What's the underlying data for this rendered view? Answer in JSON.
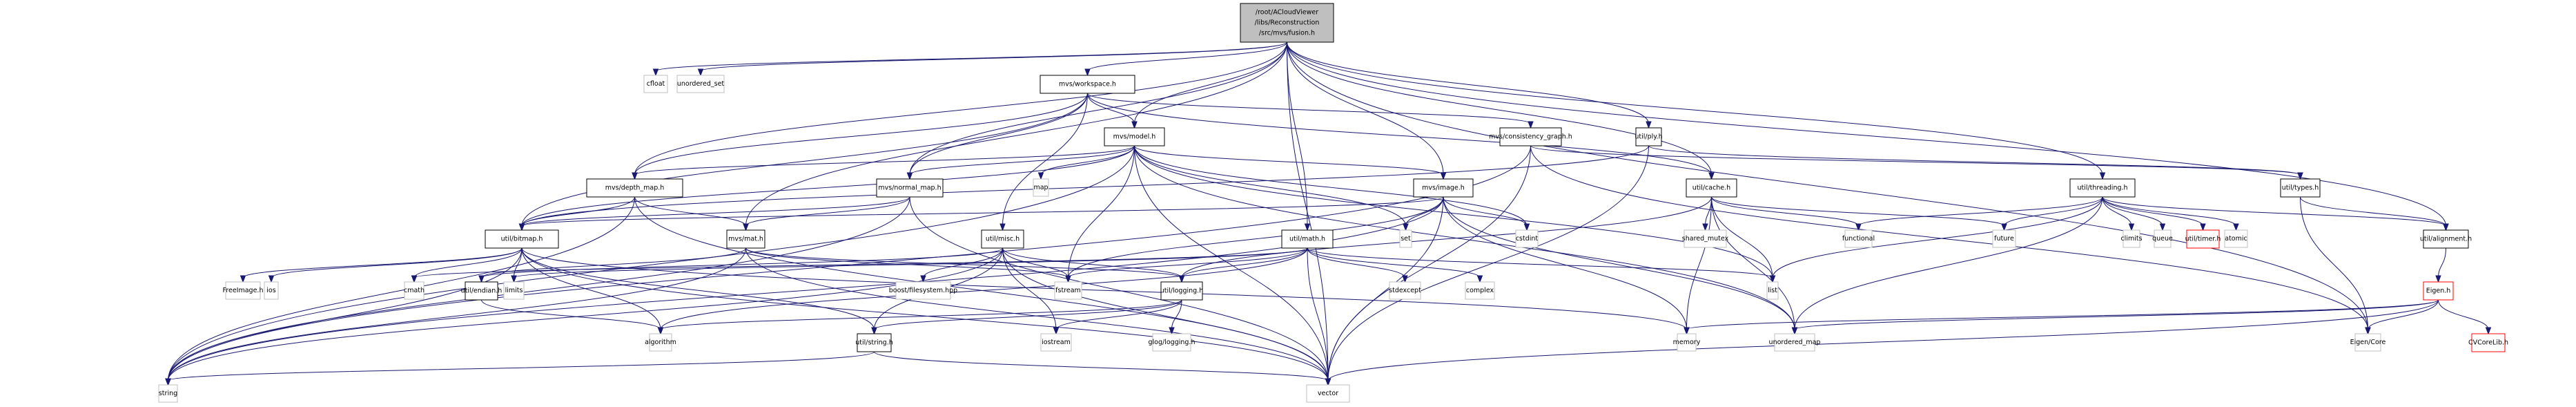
{
  "diagram": {
    "title": "Include dependency graph for fusion.h",
    "edge_color": "#191970",
    "colors": {
      "root_fill": "#bfbfbf",
      "documented_border": "#000000",
      "external_border": "#bfbfbf",
      "undocumented_border": "#ff0000"
    },
    "nodes": [
      {
        "id": "root",
        "label": [
          "/root/ACloudViewer",
          "/libs/Reconstruction",
          "/src/mvs/fusion.h"
        ],
        "kind": "root"
      },
      {
        "id": "cfloat",
        "label": [
          "cfloat"
        ],
        "kind": "external"
      },
      {
        "id": "unordered_set",
        "label": [
          "unordered_set"
        ],
        "kind": "external"
      },
      {
        "id": "workspace",
        "label": [
          "mvs/workspace.h"
        ],
        "kind": "documented"
      },
      {
        "id": "model",
        "label": [
          "mvs/model.h"
        ],
        "kind": "documented"
      },
      {
        "id": "consistency",
        "label": [
          "mvs/consistency_graph.h"
        ],
        "kind": "documented"
      },
      {
        "id": "ply",
        "label": [
          "util/ply.h"
        ],
        "kind": "documented"
      },
      {
        "id": "depth_map",
        "label": [
          "mvs/depth_map.h"
        ],
        "kind": "documented"
      },
      {
        "id": "normal_map",
        "label": [
          "mvs/normal_map.h"
        ],
        "kind": "documented"
      },
      {
        "id": "map",
        "label": [
          "map"
        ],
        "kind": "external"
      },
      {
        "id": "image",
        "label": [
          "mvs/image.h"
        ],
        "kind": "documented"
      },
      {
        "id": "cache",
        "label": [
          "util/cache.h"
        ],
        "kind": "documented"
      },
      {
        "id": "threading",
        "label": [
          "util/threading.h"
        ],
        "kind": "documented"
      },
      {
        "id": "types",
        "label": [
          "util/types.h"
        ],
        "kind": "documented"
      },
      {
        "id": "bitmap",
        "label": [
          "util/bitmap.h"
        ],
        "kind": "documented"
      },
      {
        "id": "mat",
        "label": [
          "mvs/mat.h"
        ],
        "kind": "documented"
      },
      {
        "id": "misc",
        "label": [
          "util/misc.h"
        ],
        "kind": "documented"
      },
      {
        "id": "math",
        "label": [
          "util/math.h"
        ],
        "kind": "documented"
      },
      {
        "id": "set",
        "label": [
          "set"
        ],
        "kind": "external"
      },
      {
        "id": "cstdint",
        "label": [
          "cstdint"
        ],
        "kind": "external"
      },
      {
        "id": "shared_mutex",
        "label": [
          "shared_mutex"
        ],
        "kind": "external"
      },
      {
        "id": "functional",
        "label": [
          "functional"
        ],
        "kind": "external"
      },
      {
        "id": "future",
        "label": [
          "future"
        ],
        "kind": "external"
      },
      {
        "id": "climits",
        "label": [
          "climits"
        ],
        "kind": "external"
      },
      {
        "id": "queue",
        "label": [
          "queue"
        ],
        "kind": "external"
      },
      {
        "id": "timer",
        "label": [
          "util/timer.h"
        ],
        "kind": "undocumented"
      },
      {
        "id": "atomic",
        "label": [
          "atomic"
        ],
        "kind": "external"
      },
      {
        "id": "alignment",
        "label": [
          "util/alignment.h"
        ],
        "kind": "documented"
      },
      {
        "id": "freeimage",
        "label": [
          "FreeImage.h"
        ],
        "kind": "external"
      },
      {
        "id": "ios",
        "label": [
          "ios"
        ],
        "kind": "external"
      },
      {
        "id": "cmath",
        "label": [
          "cmath"
        ],
        "kind": "external"
      },
      {
        "id": "endian",
        "label": [
          "util/endian.h"
        ],
        "kind": "documented"
      },
      {
        "id": "limits",
        "label": [
          "limits"
        ],
        "kind": "external"
      },
      {
        "id": "boostfs",
        "label": [
          "boost/filesystem.hpp"
        ],
        "kind": "external"
      },
      {
        "id": "fstream",
        "label": [
          "fstream"
        ],
        "kind": "external"
      },
      {
        "id": "logging",
        "label": [
          "util/logging.h"
        ],
        "kind": "documented"
      },
      {
        "id": "stdexcept",
        "label": [
          "stdexcept"
        ],
        "kind": "external"
      },
      {
        "id": "complex",
        "label": [
          "complex"
        ],
        "kind": "external"
      },
      {
        "id": "list",
        "label": [
          "list"
        ],
        "kind": "external"
      },
      {
        "id": "eigen",
        "label": [
          "Eigen.h"
        ],
        "kind": "undocumented"
      },
      {
        "id": "algorithm",
        "label": [
          "algorithm"
        ],
        "kind": "external"
      },
      {
        "id": "ustring",
        "label": [
          "util/string.h"
        ],
        "kind": "documented"
      },
      {
        "id": "iostream",
        "label": [
          "iostream"
        ],
        "kind": "external"
      },
      {
        "id": "glog",
        "label": [
          "glog/logging.h"
        ],
        "kind": "external"
      },
      {
        "id": "memory",
        "label": [
          "memory"
        ],
        "kind": "external"
      },
      {
        "id": "unordered_map",
        "label": [
          "unordered_map"
        ],
        "kind": "external"
      },
      {
        "id": "eigencore",
        "label": [
          "Eigen/Core"
        ],
        "kind": "external"
      },
      {
        "id": "cvcorelib",
        "label": [
          "CVCoreLib.h"
        ],
        "kind": "undocumented"
      },
      {
        "id": "string",
        "label": [
          "string"
        ],
        "kind": "external"
      },
      {
        "id": "vector",
        "label": [
          "vector"
        ],
        "kind": "external"
      }
    ],
    "edges": [
      [
        "root",
        "cfloat"
      ],
      [
        "root",
        "unordered_set"
      ],
      [
        "root",
        "workspace"
      ],
      [
        "root",
        "model"
      ],
      [
        "root",
        "depth_map"
      ],
      [
        "root",
        "normal_map"
      ],
      [
        "root",
        "image"
      ],
      [
        "root",
        "mat"
      ],
      [
        "root",
        "math"
      ],
      [
        "root",
        "cache"
      ],
      [
        "root",
        "ply"
      ],
      [
        "root",
        "threading"
      ],
      [
        "root",
        "alignment"
      ],
      [
        "root",
        "eigencore"
      ],
      [
        "root",
        "vector"
      ],
      [
        "workspace",
        "model"
      ],
      [
        "workspace",
        "consistency"
      ],
      [
        "workspace",
        "depth_map"
      ],
      [
        "workspace",
        "normal_map"
      ],
      [
        "workspace",
        "bitmap"
      ],
      [
        "workspace",
        "misc"
      ],
      [
        "workspace",
        "cache"
      ],
      [
        "model",
        "depth_map"
      ],
      [
        "model",
        "normal_map"
      ],
      [
        "model",
        "map"
      ],
      [
        "model",
        "image"
      ],
      [
        "model",
        "set"
      ],
      [
        "model",
        "cstdint"
      ],
      [
        "model",
        "fstream"
      ],
      [
        "model",
        "string"
      ],
      [
        "model",
        "vector"
      ],
      [
        "model",
        "unordered_map"
      ],
      [
        "model",
        "list"
      ],
      [
        "model",
        "bitmap"
      ],
      [
        "consistency",
        "types"
      ],
      [
        "consistency",
        "vector"
      ],
      [
        "consistency",
        "string"
      ],
      [
        "consistency",
        "eigencore"
      ],
      [
        "ply",
        "types"
      ],
      [
        "ply",
        "vector"
      ],
      [
        "ply",
        "bitmap"
      ],
      [
        "depth_map",
        "bitmap"
      ],
      [
        "depth_map",
        "mat"
      ],
      [
        "depth_map",
        "string"
      ],
      [
        "depth_map",
        "vector"
      ],
      [
        "normal_map",
        "bitmap"
      ],
      [
        "normal_map",
        "mat"
      ],
      [
        "normal_map",
        "string"
      ],
      [
        "normal_map",
        "vector"
      ],
      [
        "image",
        "set"
      ],
      [
        "image",
        "cstdint"
      ],
      [
        "image",
        "bitmap"
      ],
      [
        "image",
        "string"
      ],
      [
        "image",
        "vector"
      ],
      [
        "image",
        "unordered_map"
      ],
      [
        "image",
        "fstream"
      ],
      [
        "image",
        "memory"
      ],
      [
        "cache",
        "shared_mutex"
      ],
      [
        "cache",
        "functional"
      ],
      [
        "cache",
        "future"
      ],
      [
        "cache",
        "list"
      ],
      [
        "cache",
        "memory"
      ],
      [
        "cache",
        "unordered_map"
      ],
      [
        "cache",
        "logging"
      ],
      [
        "threading",
        "functional"
      ],
      [
        "threading",
        "future"
      ],
      [
        "threading",
        "climits"
      ],
      [
        "threading",
        "queue"
      ],
      [
        "threading",
        "timer"
      ],
      [
        "threading",
        "atomic"
      ],
      [
        "threading",
        "alignment"
      ],
      [
        "threading",
        "list"
      ],
      [
        "threading",
        "unordered_map"
      ],
      [
        "types",
        "alignment"
      ],
      [
        "types",
        "eigencore"
      ],
      [
        "alignment",
        "eigen"
      ],
      [
        "bitmap",
        "freeimage"
      ],
      [
        "bitmap",
        "ios"
      ],
      [
        "bitmap",
        "cmath"
      ],
      [
        "bitmap",
        "limits"
      ],
      [
        "bitmap",
        "algorithm"
      ],
      [
        "bitmap",
        "ustring"
      ],
      [
        "bitmap",
        "memory"
      ],
      [
        "bitmap",
        "string"
      ],
      [
        "bitmap",
        "vector"
      ],
      [
        "mat",
        "endian"
      ],
      [
        "mat",
        "fstream"
      ],
      [
        "mat",
        "logging"
      ],
      [
        "mat",
        "string"
      ],
      [
        "mat",
        "vector"
      ],
      [
        "misc",
        "boostfs"
      ],
      [
        "misc",
        "fstream"
      ],
      [
        "misc",
        "logging"
      ],
      [
        "misc",
        "ustring"
      ],
      [
        "misc",
        "iostream"
      ],
      [
        "misc",
        "string"
      ],
      [
        "misc",
        "vector"
      ],
      [
        "misc",
        "endian"
      ],
      [
        "math",
        "cmath"
      ],
      [
        "math",
        "limits"
      ],
      [
        "math",
        "stdexcept"
      ],
      [
        "math",
        "complex"
      ],
      [
        "math",
        "list"
      ],
      [
        "math",
        "logging"
      ],
      [
        "math",
        "algorithm"
      ],
      [
        "math",
        "vector"
      ],
      [
        "math",
        "fstream"
      ],
      [
        "endian",
        "algorithm"
      ],
      [
        "logging",
        "iostream"
      ],
      [
        "logging",
        "glog"
      ],
      [
        "logging",
        "ustring"
      ],
      [
        "logging",
        "algorithm"
      ],
      [
        "ustring",
        "string"
      ],
      [
        "ustring",
        "vector"
      ],
      [
        "eigen",
        "eigencore"
      ],
      [
        "eigen",
        "cvcorelib"
      ],
      [
        "eigen",
        "memory"
      ],
      [
        "eigen",
        "unordered_map"
      ],
      [
        "eigen",
        "vector"
      ]
    ]
  }
}
